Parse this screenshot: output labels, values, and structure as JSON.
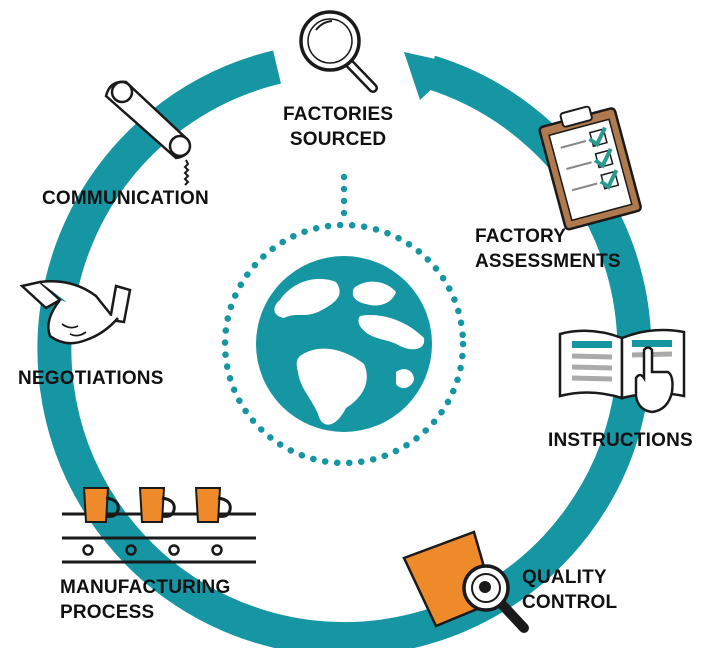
{
  "colors": {
    "ring": "#1695a3",
    "accent": "#ef8a2a",
    "outline": "#1a1a1a",
    "clipboard": "#b07a4f",
    "check": "#2a9c8f"
  },
  "steps": {
    "factories": {
      "line1": "FACTORIES",
      "line2": "SOURCED",
      "icon": "magnifier-icon"
    },
    "assessments": {
      "line1": "FACTORY",
      "line2": "ASSESSMENTS",
      "icon": "clipboard-icon"
    },
    "instructions": {
      "label": "INSTRUCTIONS",
      "icon": "open-book-icon"
    },
    "quality": {
      "line1": "QUALITY",
      "line2": "CONTROL",
      "icon": "mug-magnifier-icon"
    },
    "manufacturing": {
      "line1": "MANUFACTURING",
      "line2": "PROCESS",
      "icon": "conveyor-mugs-icon"
    },
    "negotiations": {
      "label": "NEGOTIATIONS",
      "icon": "handshake-icon"
    },
    "communication": {
      "label": "COMMUNICATION",
      "icon": "telephone-icon"
    }
  },
  "center": {
    "icon": "globe-icon"
  }
}
